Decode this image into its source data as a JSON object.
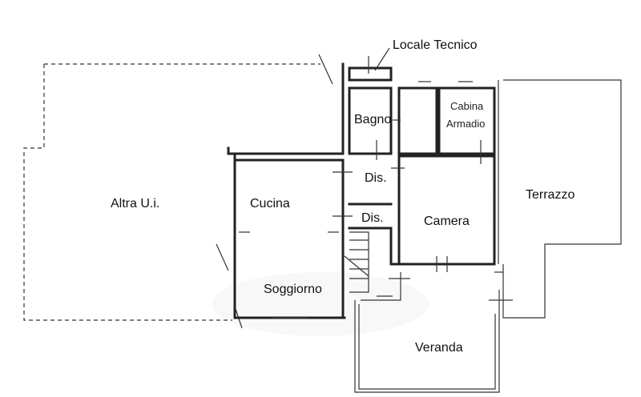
{
  "rooms": {
    "locale_tecnico": "Locale Tecnico",
    "bagno": "Bagno",
    "cabina": "Cabina",
    "armadio": "Armadio",
    "altra_ui": "Altra U.i.",
    "cucina": "Cucina",
    "dis_1": "Dis.",
    "dis_2": "Dis.",
    "camera": "Camera",
    "terrazzo": "Terrazzo",
    "soggiorno": "Soggiorno",
    "veranda": "Veranda"
  }
}
